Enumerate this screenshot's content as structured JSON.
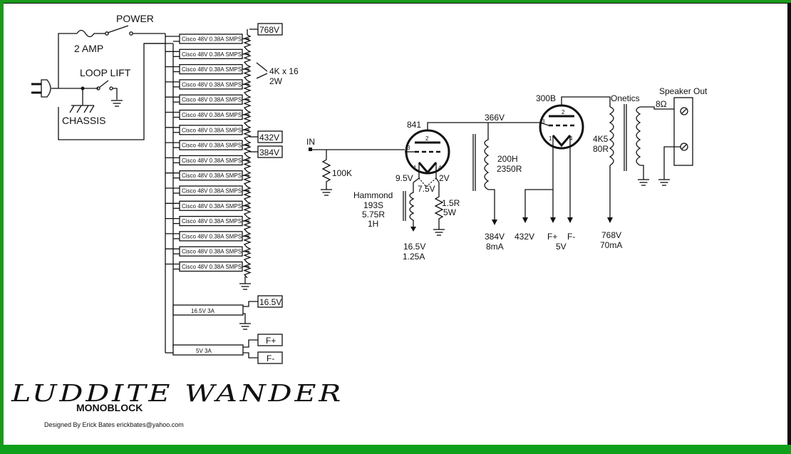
{
  "branding": {
    "title": "LUDDITE WANDER",
    "subtitle": "MONOBLOCK",
    "credit": "Designed By Erick Bates erickbates@yahoo.com"
  },
  "mains": {
    "power_label": "POWER",
    "fuse_label": "2 AMP",
    "loop_lift_label": "LOOP LIFT",
    "chassis_label": "CHASSIS"
  },
  "psu": {
    "smps_label": "Cisco 48V 0.38A SMPS",
    "smps_count": 16,
    "resistor_label_1": "4K x 16",
    "resistor_label_2": "2W",
    "supply_16v_label": "16.5V 3A",
    "supply_5v_label": "5V 3A",
    "rail_768": "768V",
    "rail_432": "432V",
    "rail_384": "384V",
    "rail_16": "16.5V",
    "rail_fplus": "F+",
    "rail_fminus": "F-"
  },
  "input": {
    "in_label": "IN",
    "grid_resistor": "100K"
  },
  "driver": {
    "tube": "841",
    "pin1": "1",
    "pin2": "2",
    "pin3": "3",
    "pin4": "4",
    "fil_left": "9.5V",
    "fil_right": "2V",
    "fil_mid": "7.5V",
    "choke_1": "Hammond",
    "choke_2": "193S",
    "choke_3": "5.75R",
    "choke_4": "1H",
    "res_1": "1.5R",
    "res_2": "5W",
    "supply_1": "16.5V",
    "supply_2": "1.25A",
    "plate_v": "366V"
  },
  "interstage": {
    "label_1": "200H",
    "label_2": "2350R",
    "supply_1": "384V",
    "supply_2": "8mA"
  },
  "output": {
    "tube": "300B",
    "pin1": "1",
    "pin2": "2",
    "pin3": "3",
    "pin4": "4",
    "bias_supply": "432V",
    "fplus": "F+",
    "fminus": "F-",
    "fil_v": "5V",
    "transformer_brand": "Onetics",
    "transformer_1": "4K5",
    "transformer_2": "80R",
    "supply_1": "768V",
    "supply_2": "70mA",
    "speaker_label": "Speaker Out",
    "speaker_impedance": "8Ω"
  }
}
